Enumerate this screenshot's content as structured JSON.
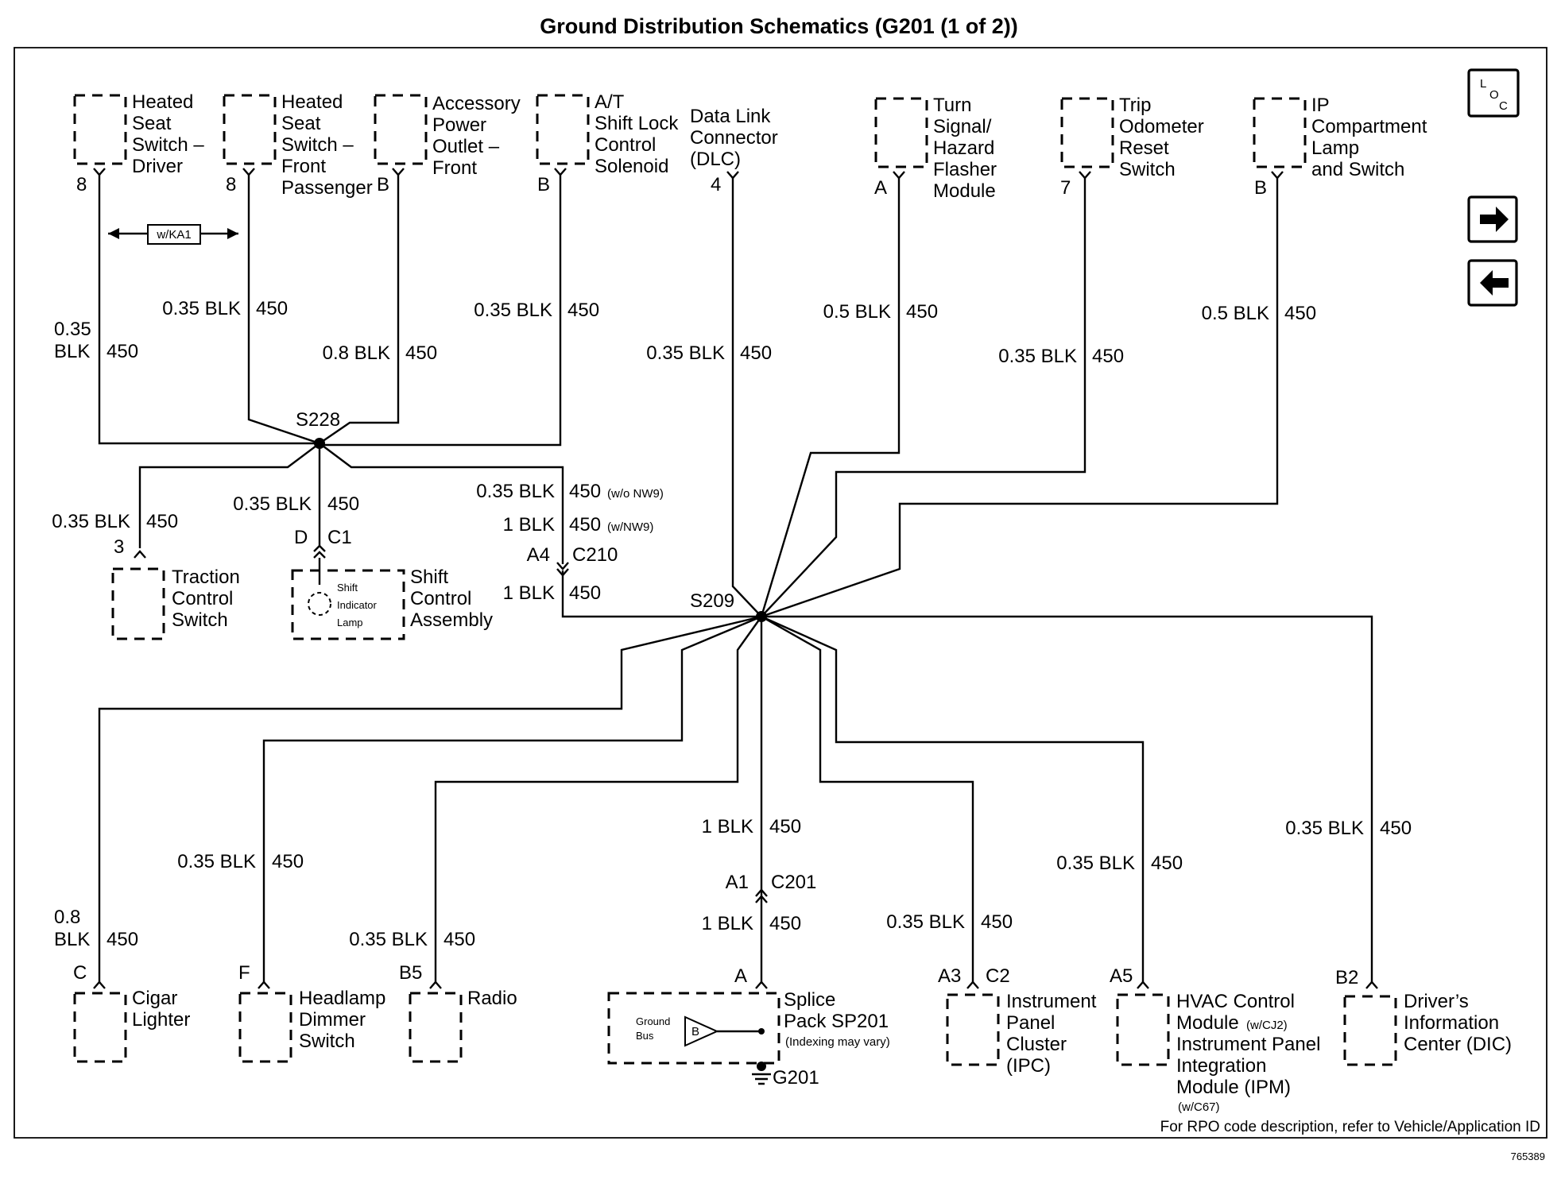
{
  "title": "Ground Distribution Schematics (G201 (1 of 2))",
  "top_components": [
    {
      "lines": [
        "Heated",
        "Seat",
        "Switch –",
        "Driver"
      ],
      "pin": "8"
    },
    {
      "lines": [
        "Heated",
        "Seat",
        "Switch –",
        "Front",
        "Passenger"
      ],
      "pin": "8"
    },
    {
      "lines": [
        "Accessory",
        "Power",
        "Outlet –",
        "Front"
      ],
      "pin": "B"
    },
    {
      "lines": [
        "A/T",
        "Shift Lock",
        "Control",
        "Solenoid"
      ],
      "pin": "B"
    },
    {
      "lines": [
        "Data Link",
        "Connector",
        "(DLC)"
      ],
      "pin": "4"
    },
    {
      "lines": [
        "Turn",
        "Signal/",
        "Hazard",
        "Flasher",
        "Module"
      ],
      "pin": "A"
    },
    {
      "lines": [
        "Trip",
        "Odometer",
        "Reset",
        "Switch"
      ],
      "pin": "7"
    },
    {
      "lines": [
        "IP",
        "Compartment",
        "Lamp",
        "and Switch"
      ],
      "pin": "B"
    }
  ],
  "top_wires": [
    {
      "gauge": [
        "0.35",
        "BLK"
      ],
      "circuit": "450"
    },
    {
      "gauge": [
        "0.35 BLK"
      ],
      "circuit": "450"
    },
    {
      "gauge": [
        "0.8 BLK"
      ],
      "circuit": "450"
    },
    {
      "gauge": [
        "0.35 BLK"
      ],
      "circuit": "450"
    },
    {
      "gauge": [
        "0.35 BLK"
      ],
      "circuit": "450"
    },
    {
      "gauge": [
        "0.5 BLK"
      ],
      "circuit": "450"
    },
    {
      "gauge": [
        "0.35 BLK"
      ],
      "circuit": "450"
    },
    {
      "gauge": [
        "0.5 BLK"
      ],
      "circuit": "450"
    }
  ],
  "option_tag": "w/KA1",
  "splice_s228": "S228",
  "splice_s209": "S209",
  "mid": {
    "traction_wire": {
      "gauge": "0.35 BLK",
      "circuit": "450"
    },
    "traction": {
      "pin": "3",
      "lines": [
        "Traction",
        "Control",
        "Switch"
      ]
    },
    "shift_wire": {
      "gauge": "0.35 BLK",
      "circuit": "450"
    },
    "shift_conn": {
      "pin": "D",
      "name": "C1"
    },
    "shift_lamp": [
      "Shift",
      "Indicator",
      "Lamp"
    ],
    "shift_assembly": [
      "Shift",
      "Control",
      "Assembly"
    ],
    "link_wire1": {
      "gauge": "0.35 BLK",
      "circuit": "450",
      "note": "(w/o NW9)"
    },
    "link_wire2": {
      "gauge": "1 BLK",
      "circuit": "450",
      "note": "(w/NW9)"
    },
    "c210": {
      "pin": "A4",
      "name": "C210"
    },
    "link_wire3": {
      "gauge": "1 BLK",
      "circuit": "450"
    }
  },
  "bottom_components": [
    {
      "pin": "C",
      "lines": [
        "Cigar",
        "Lighter"
      ]
    },
    {
      "pin": "F",
      "lines": [
        "Headlamp",
        "Dimmer",
        "Switch"
      ]
    },
    {
      "pin": "B5",
      "lines": [
        "Radio"
      ]
    },
    {
      "pin": "A",
      "lines": [
        "Splice",
        "Pack SP201"
      ],
      "note": "(Indexing may vary)"
    },
    {
      "pin": "A3",
      "conn": "C2",
      "lines": [
        "Instrument",
        "Panel",
        "Cluster",
        "(IPC)"
      ]
    },
    {
      "pin": "A5",
      "lines": [
        "HVAC Control",
        "Module",
        "Instrument Panel",
        "Integration",
        "Module (IPM)"
      ],
      "note1": "(w/CJ2)",
      "note2": "(w/C67)"
    },
    {
      "pin": "B2",
      "lines": [
        "Driver’s",
        "Information",
        "Center (DIC)"
      ]
    }
  ],
  "bottom_wires": [
    {
      "gauge": [
        "0.8",
        "BLK"
      ],
      "circuit": "450"
    },
    {
      "gauge": [
        "0.35 BLK"
      ],
      "circuit": "450"
    },
    {
      "gauge": [
        "0.35 BLK"
      ],
      "circuit": "450"
    },
    {
      "gauge": [
        "1 BLK"
      ],
      "circuit": "450"
    },
    {
      "gauge": [
        "1 BLK"
      ],
      "circuit": "450"
    },
    {
      "gauge": [
        "0.35 BLK"
      ],
      "circuit": "450"
    },
    {
      "gauge": [
        "0.35 BLK"
      ],
      "circuit": "450"
    },
    {
      "gauge": [
        "0.35 BLK"
      ],
      "circuit": "450"
    }
  ],
  "c201": {
    "pin": "A1",
    "name": "C201"
  },
  "ground_bus": [
    "Ground",
    "Bus"
  ],
  "ground_bus_pin": "B",
  "ground": "G201",
  "loc_icon": {
    "l": "L",
    "o": "O",
    "c": "C"
  },
  "nav": {
    "next": "next-page-arrow-icon",
    "prev": "previous-page-arrow-icon"
  },
  "footer_note": "For RPO code description, refer to Vehicle/Application ID",
  "figure_number": "765389"
}
